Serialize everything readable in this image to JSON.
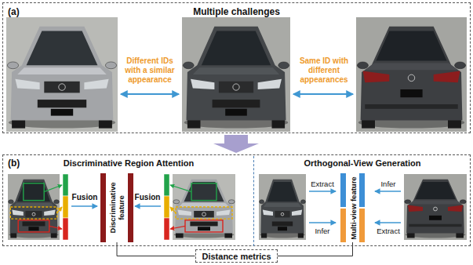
{
  "diagram": {
    "nodes": [
      {
        "text": [
          "(a)",
          "Multiple challenges"
        ]
      },
      {
        "text": [
          "(b)"
        ]
      },
      {
        "text": [
          "Discriminative Region Attention"
        ],
        "in": 1
      },
      {
        "text": [
          "Orthogonal-View Generation"
        ],
        "in": 1
      },
      {
        "text": [
          "Discriminative feature"
        ],
        "in": 2
      },
      {
        "text": [
          "Multi-view feature"
        ],
        "in": 3
      },
      {
        "text": [
          "Distance metrics"
        ]
      }
    ],
    "edges": [
      {
        "from": 4,
        "to": 6,
        "arrow": "none"
      },
      {
        "from": 5,
        "to": 6,
        "arrow": "none"
      }
    ],
    "labels": [
      "Different IDs with a similar appearance",
      "Same ID with different appearances",
      "Fusion",
      "Fusion",
      "Extract",
      "Infer",
      "Infer",
      "Extract"
    ]
  }
}
